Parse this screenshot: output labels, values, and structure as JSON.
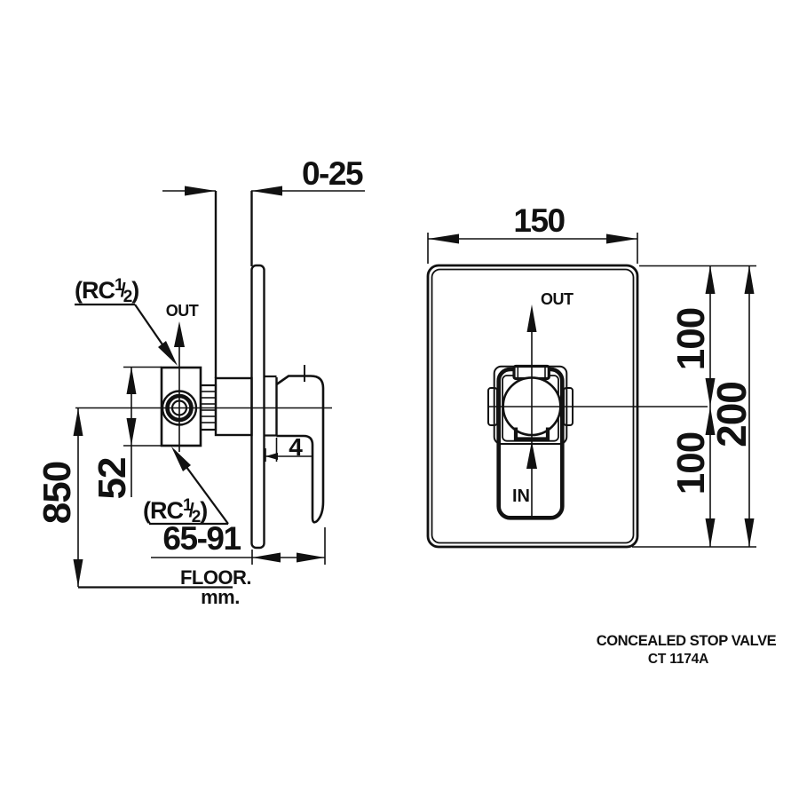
{
  "colors": {
    "line": "#111111",
    "background": "#ffffff"
  },
  "side_view": {
    "depth_dim": "0-25",
    "out_label": "OUT",
    "height_dim": "850",
    "body_dim": "52",
    "range_dim": "65-91",
    "gap_dim": "4",
    "floor_label": "FLOOR.",
    "unit_label": "mm.",
    "thread_label": {
      "open": "(RC",
      "numerator": "1",
      "slash": "/",
      "denominator": "2",
      "close": ")"
    }
  },
  "front_view": {
    "width_dim": "150",
    "out_label": "OUT",
    "in_label": "IN",
    "upper_dim": "100",
    "lower_dim": "100",
    "total_dim": "200"
  },
  "title_block": {
    "product_name": "CONCEALED STOP VALVE",
    "model_code": "CT 1174A"
  }
}
